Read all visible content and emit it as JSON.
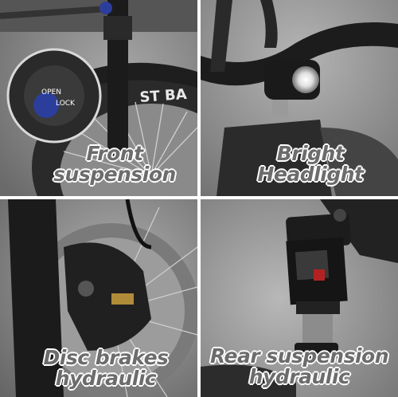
{
  "panels": [
    {
      "id": "front",
      "caption_line1": "Front",
      "caption_line2": "suspension",
      "tire_text": "ST BA",
      "knob_labels": [
        "OPEN",
        "LOCK"
      ]
    },
    {
      "id": "light",
      "caption_line1": "Bright",
      "caption_line2": "Headlight"
    },
    {
      "id": "disc",
      "caption_line1": "Disc brakes",
      "caption_line2": "hydraulic"
    },
    {
      "id": "rear",
      "caption_line1": "Rear suspension",
      "caption_line2": "hydraulic"
    }
  ],
  "colors": {
    "caption": "#6c6c6c",
    "outline": "#ffffff",
    "accent_blue": "#2b3e9c",
    "shock_red": "#b22222"
  }
}
